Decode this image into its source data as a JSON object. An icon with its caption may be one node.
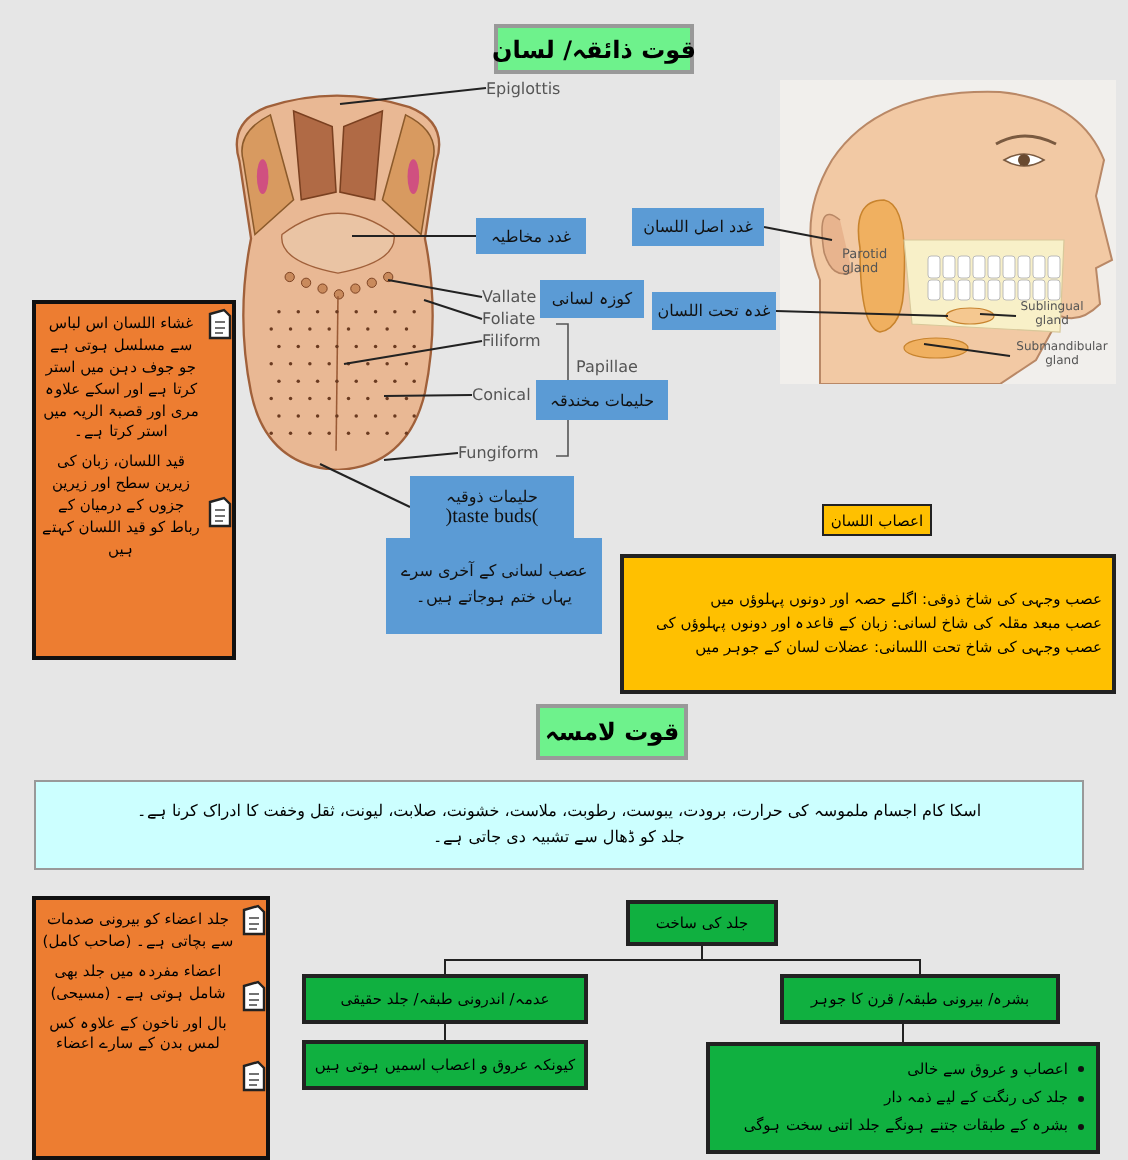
{
  "diagram": {
    "nodes": [
      {
        "text": [
          "قوت ذائقہ/ لسان"
        ]
      },
      {
        "text": [],
        "shape": "picture"
      },
      {
        "text": [
          "Epiglottis"
        ]
      },
      {
        "text": [
          "غدد مخاطیہ"
        ]
      },
      {
        "text": [
          "Vallate"
        ]
      },
      {
        "text": [
          "Foliate"
        ]
      },
      {
        "text": [
          "Filiform"
        ]
      },
      {
        "text": [
          "Conical"
        ]
      },
      {
        "text": [
          "Fungiform"
        ]
      },
      {
        "text": [
          "کوزہ لسانی"
        ]
      },
      {
        "text": [
          "حلیمات مخندقہ"
        ]
      },
      {
        "text": [
          "حلیمات ذوقیہ",
          ")taste buds("
        ]
      },
      {
        "text": [
          "عصب لسانی کے آخری سرے یہاں ختم ہوجاتے ہیں۔"
        ]
      },
      {
        "text": [
          "غشاء اللسان اس لباس سے مسلسل ہوتی ہے جو جوف دہن میں استر کرتا ہے اور اسکے علاوہ مری اور قصبۃ الریہ میں استر کرتا ہے۔",
          "قید اللسان، زبان کی زیرین سطح اور زیرین جزوں کے درمیان کے رباط کو قید اللسان کہتے ہیں"
        ]
      },
      {
        "text": [
          "غدد اصل اللسان"
        ]
      },
      {
        "text": [
          "غدہ تحت اللسان"
        ]
      },
      {
        "text": [],
        "shape": "picture"
      },
      {
        "text": [
          "Sublingual gland"
        ],
        "in": 16
      },
      {
        "text": [
          "Submandibular gland"
        ],
        "in": 16
      },
      {
        "text": [
          "اعصاب اللسان"
        ]
      },
      {
        "text": [
          "عصب وجہی کی شاخ ذوقی: اگلے حصہ اور دونوں پہلوؤں میں",
          "عصب مبعد مقلہ کی شاخ لسانی: زبان کے قاعدہ اور دونوں پہلوؤں کی",
          "عصب وجہی کی شاخ تحت اللسانی: عضلات لسان کے جوہر میں"
        ]
      },
      {
        "text": [
          "قوت لامسہ"
        ]
      },
      {
        "text": [
          "اسکا کام اجسام ملموسہ کی حرارت، برودت، یبوست، رطوبت، ملاست، خشونت، صلابت، لیونت، ثقل وخفت کا ادراک کرنا ہے۔",
          "جلد کو ڈھال سے تشبیہ دی جاتی ہے۔"
        ]
      },
      {
        "text": [
          "جلد اعضاء کو بیرونی صدمات سے بچاتی ہے۔ (صاحب کامل)",
          "اعضاء مفردہ میں جلد بھی شامل ہوتی ہے۔ (مسیحی)",
          "بال اور ناخون کے علاوہ کس لمس بدن کے سارے اعضاء"
        ]
      },
      {
        "text": [
          "جلد کی ساخت"
        ]
      },
      {
        "text": [
          "عدمہ/ اندرونی طبقہ/ جلد حقیقی"
        ]
      },
      {
        "text": [
          "بشرہ/ بیرونی طبقہ/ قرن کا جوہر"
        ]
      },
      {
        "text": [
          "کیونکہ عروق و اعصاب اسمیں ہوتی ہیں"
        ]
      },
      {
        "text": [
          "اعصاب و عروق سے خالی",
          "جلد کی رنگت کے لیے ذمہ دار",
          "بشرہ کے طبقات جتنے ہونگے جلد اتنی سخت ہوگی"
        ]
      }
    ],
    "edges": [
      {
        "from": 2,
        "to": 1,
        "arrow": "none"
      },
      {
        "from": 3,
        "to": 1,
        "arrow": "none"
      },
      {
        "from": 4,
        "to": 1,
        "arrow": "none"
      },
      {
        "from": 5,
        "to": 1,
        "arrow": "none"
      },
      {
        "from": 6,
        "to": 1,
        "arrow": "none"
      },
      {
        "from": 7,
        "to": 1,
        "arrow": "none"
      },
      {
        "from": 8,
        "to": 1,
        "arrow": "none"
      },
      {
        "from": 11,
        "to": 1,
        "arrow": "none"
      },
      {
        "from": 14,
        "to": 16,
        "arrow": "none"
      },
      {
        "from": 15,
        "to": 16,
        "arrow": "none"
      },
      {
        "from": 17,
        "to": 16,
        "arrow": "none"
      },
      {
        "from": 18,
        "to": 16,
        "arrow": "none"
      },
      {
        "from": 24,
        "to": 25,
        "arrow": "none"
      },
      {
        "from": 24,
        "to": 26,
        "arrow": "none"
      },
      {
        "from": 25,
        "to": 27,
        "arrow": "none"
      },
      {
        "from": 26,
        "to": 28,
        "arrow": "none"
      }
    ],
    "labels": [
      "Papillae",
      "Parotid gland"
    ]
  }
}
